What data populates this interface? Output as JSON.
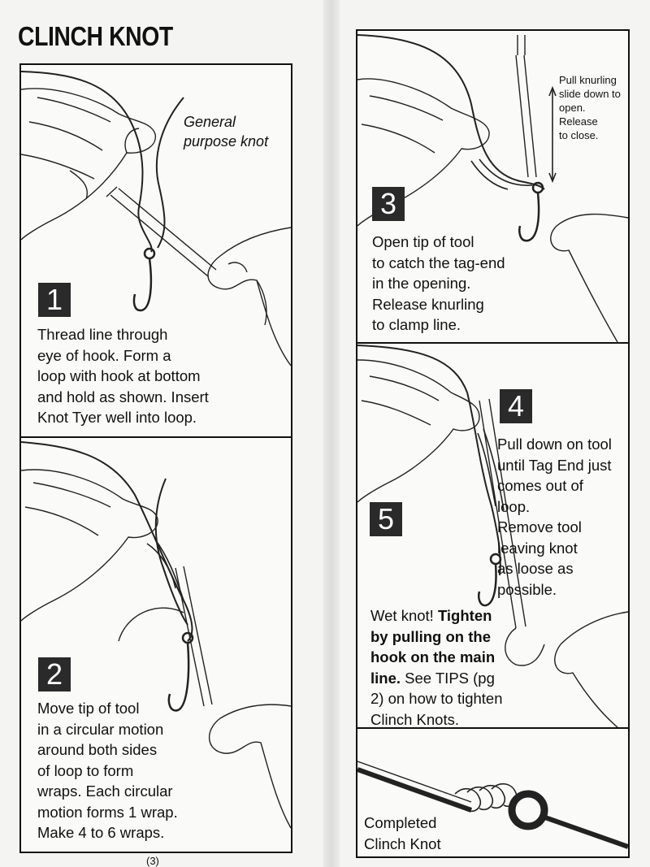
{
  "title": "CLINCH KNOT",
  "left_page": {
    "caption": "General\npurpose knot",
    "step1": {
      "number": "1",
      "text": "Thread line through\neye of hook. Form a\nloop with hook at bottom\nand hold as shown. Insert\nKnot Tyer well into loop."
    },
    "step2": {
      "number": "2",
      "text": "Move tip of tool\nin a circular motion\naround both sides\nof loop to form\nwraps. Each circular\nmotion forms 1 wrap.\nMake 4 to 6 wraps."
    },
    "page_number": "(3)"
  },
  "right_page": {
    "knurling_note": "Pull knurling\nslide down to\nopen.\nRelease\nto close.",
    "step3": {
      "number": "3",
      "text": "Open tip of tool\nto catch the tag-end\nin the opening.\nRelease knurling\nto clamp line."
    },
    "step4": {
      "number": "4",
      "text": "Pull down on tool\n  until Tag End just\n    comes out of\n    loop.\n      Remove tool\n      leaving knot\n        as loose as\n          possible."
    },
    "step5": {
      "number": "5",
      "text_lead": "Wet knot! ",
      "text_bold": "Tighten\nby pulling on the\nhook on the main\nline.",
      "text_tail": " See TIPS (pg\n2) on how to tighten\nClinch Knots."
    },
    "completed_caption": "Completed\nClinch Knot"
  }
}
